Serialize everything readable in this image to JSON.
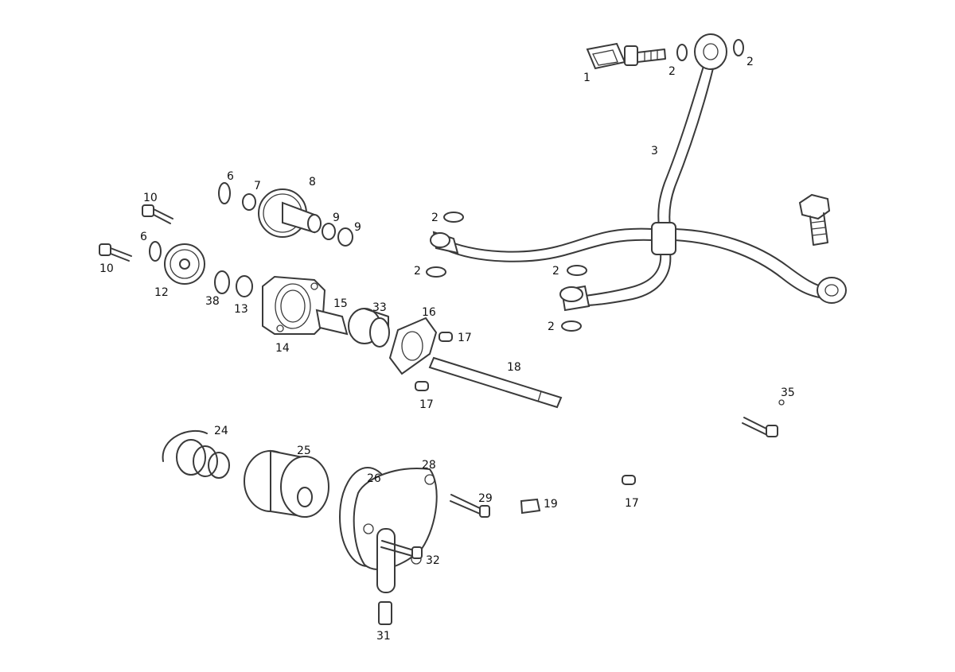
{
  "diagram": {
    "callouts": {
      "c1": "1",
      "c2a": "2",
      "c2b": "2",
      "c2c": "2",
      "c2d": "2",
      "c2e": "2",
      "c2f": "2",
      "c3": "3",
      "c6a": "6",
      "c6b": "6",
      "c7": "7",
      "c8": "8",
      "c9a": "9",
      "c9b": "9",
      "c10a": "10",
      "c10b": "10",
      "c12": "12",
      "c13": "13",
      "c14": "14",
      "c15": "15",
      "c16": "16",
      "c17a": "17",
      "c17b": "17",
      "c17c": "17",
      "c18": "18",
      "c19": "19",
      "c24": "24",
      "c25": "25",
      "c26": "26",
      "c28": "28",
      "c29": "29",
      "c31": "31",
      "c32": "32",
      "c33": "33",
      "c35": "35",
      "c38": "38"
    }
  }
}
